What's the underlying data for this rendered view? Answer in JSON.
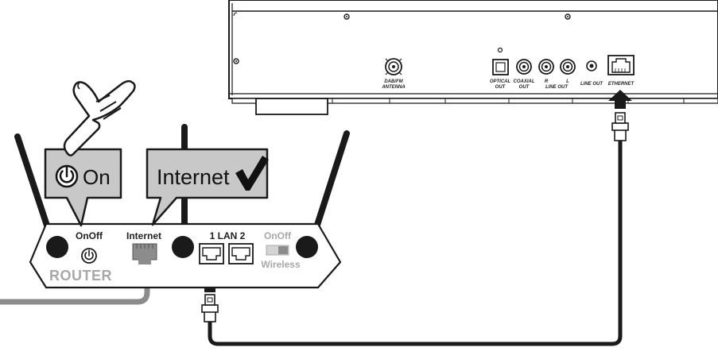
{
  "device": {
    "port_labels": {
      "antenna_line1": "DAB/FM",
      "antenna_line2": "ANTENNA",
      "optical_line1": "OPTICAL",
      "optical_line2": "OUT",
      "coaxial_line1": "COAXIAL",
      "coaxial_line2": "OUT",
      "line_out_r": "R",
      "line_out_l": "L",
      "line_out_text": "LINE  OUT",
      "line_out_jack": "LINE OUT",
      "ethernet": "ETHERNET"
    }
  },
  "router": {
    "label": "ROUTER",
    "onoff_label": "OnOff",
    "internet_label": "Internet",
    "lan_label": "1  LAN  2",
    "wireless_onoff_label": "OnOff",
    "wireless_label": "Wireless"
  },
  "callouts": {
    "power": {
      "text": "On"
    },
    "internet": {
      "text": "Internet"
    }
  },
  "colors": {
    "bubble_fill": "#c8c8c8",
    "cable_grey": "#8c8c8c",
    "outline": "#1a1a1a"
  }
}
